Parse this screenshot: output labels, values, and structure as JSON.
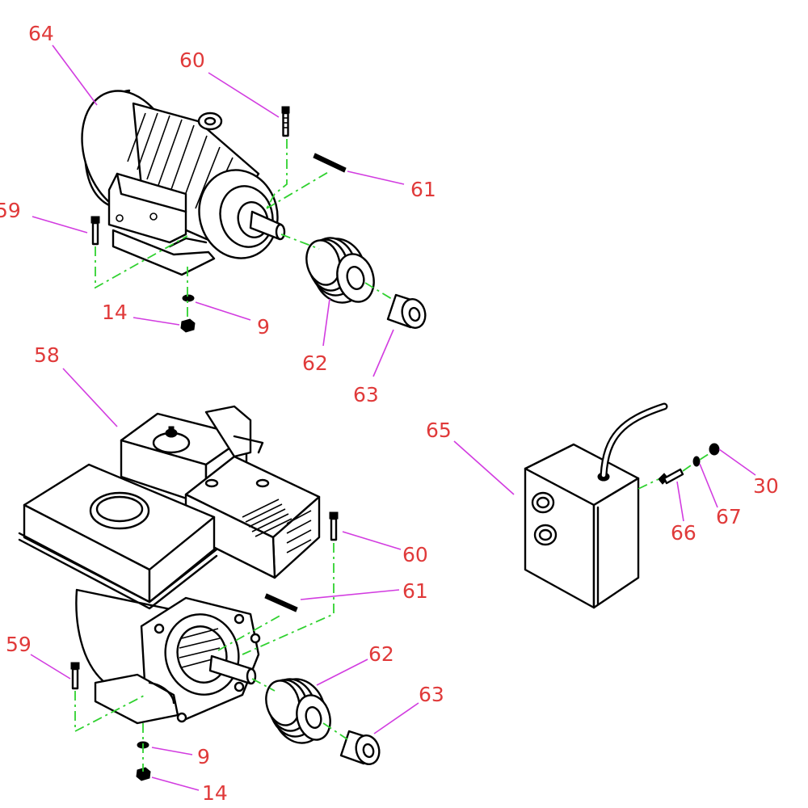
{
  "labels": {
    "l64": "64",
    "l60a": "60",
    "l61a": "61",
    "l59a": "59",
    "l14a": "14",
    "l9a": "9",
    "l62a": "62",
    "l63a": "63",
    "l58": "58",
    "l65": "65",
    "l30": "30",
    "l67": "67",
    "l66": "66",
    "l60b": "60",
    "l61b": "61",
    "l59b": "59",
    "l62b": "62",
    "l63b": "63",
    "l9b": "9",
    "l14b": "14"
  },
  "colors": {
    "label": "#e03a3a",
    "leader": "#d23ce0",
    "assembly_line": "#2fd12f",
    "drawing": "#000000"
  }
}
